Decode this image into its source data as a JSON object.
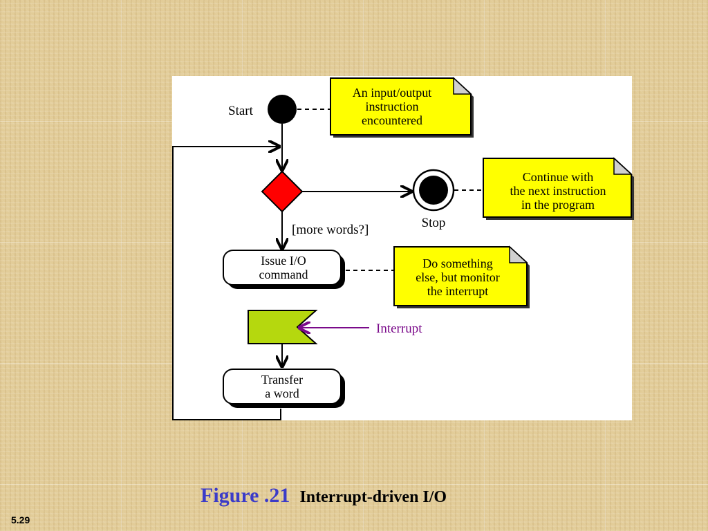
{
  "diagram": {
    "start_label": "Start",
    "stop_label": "Stop",
    "guard_label": "[more words?]",
    "interrupt_label": "Interrupt",
    "notes": {
      "start": [
        "An input/output",
        "instruction",
        "encountered"
      ],
      "stop": [
        "Continue with",
        "the next instruction",
        "in the program"
      ],
      "issue": [
        "Do something",
        "else, but monitor",
        "the interrupt"
      ]
    },
    "actions": {
      "issue": [
        "Issue I/O",
        "command"
      ],
      "transfer": [
        "Transfer",
        "a word"
      ]
    }
  },
  "caption": {
    "figure": "Figure .21",
    "title": "Interrupt-driven I/O"
  },
  "slide_number": "5.29",
  "colors": {
    "note_fill": "#ffff00",
    "decision_fill": "#ff0000",
    "signal_fill": "#b5d80e",
    "interrupt_arrow": "#7a0a8a",
    "caption_blue": "#3b3bc8"
  }
}
